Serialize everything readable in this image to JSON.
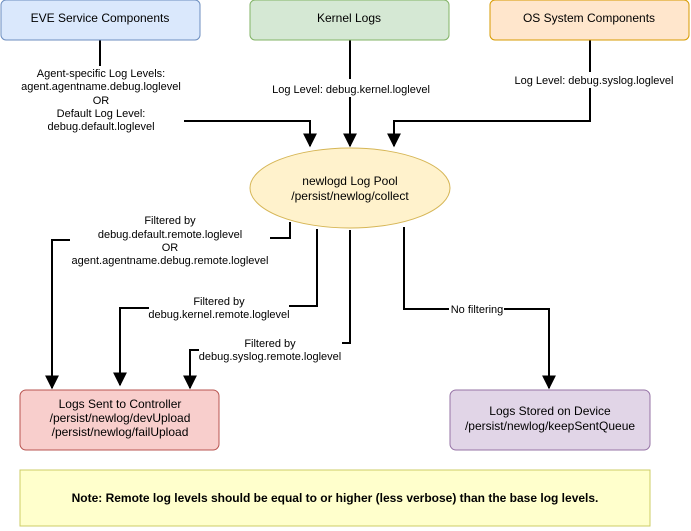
{
  "nodes": {
    "eve": {
      "label": "EVE Service Components"
    },
    "kernel": {
      "label": "Kernel Logs"
    },
    "os": {
      "label": "OS System Components"
    },
    "pool": {
      "line1": "newlogd Log Pool",
      "line2": "/persist/newlog/collect"
    },
    "controller": {
      "line1": "Logs Sent to Controller",
      "line2": "/persist/newlog/devUpload",
      "line3": "/persist/newlog/failUpload"
    },
    "device": {
      "line1": "Logs Stored on Device",
      "line2": "/persist/newlog/keepSentQueue"
    }
  },
  "edges": {
    "eve_to_pool": {
      "line1": "Agent-specific Log Levels:",
      "line2": "agent.agentname.debug.loglevel",
      "line3": "OR",
      "line4": "Default Log Level:",
      "line5": "debug.default.loglevel"
    },
    "kernel_to_pool": {
      "line1": "Log Level: debug.kernel.loglevel"
    },
    "os_to_pool": {
      "line1": "Log Level: debug.syslog.loglevel"
    },
    "pool_to_controller_default": {
      "line1": "Filtered by",
      "line2": "debug.default.remote.loglevel",
      "line3": "OR",
      "line4": "agent.agentname.debug.remote.loglevel"
    },
    "pool_to_controller_kernel": {
      "line1": "Filtered by",
      "line2": "debug.kernel.remote.loglevel"
    },
    "pool_to_controller_syslog": {
      "line1": "Filtered by",
      "line2": "debug.syslog.remote.loglevel"
    },
    "pool_to_device": {
      "line1": "No filtering"
    }
  },
  "note": {
    "text": "Note: Remote log levels should be equal to or higher (less verbose) than the base log levels."
  },
  "colors": {
    "blue_fill": "#dae8fc",
    "blue_stroke": "#6c8ebf",
    "green_fill": "#d5e8d4",
    "green_stroke": "#82b366",
    "orange_fill": "#ffe6cc",
    "orange_stroke": "#d79b00",
    "yellow_fill": "#fff2cc",
    "yellow_stroke": "#d6b656",
    "red_fill": "#f8cecc",
    "red_stroke": "#b85450",
    "purple_fill": "#e1d5e7",
    "purple_stroke": "#9673a6",
    "note_fill": "#ffffcc",
    "note_stroke": "#cccc66"
  }
}
